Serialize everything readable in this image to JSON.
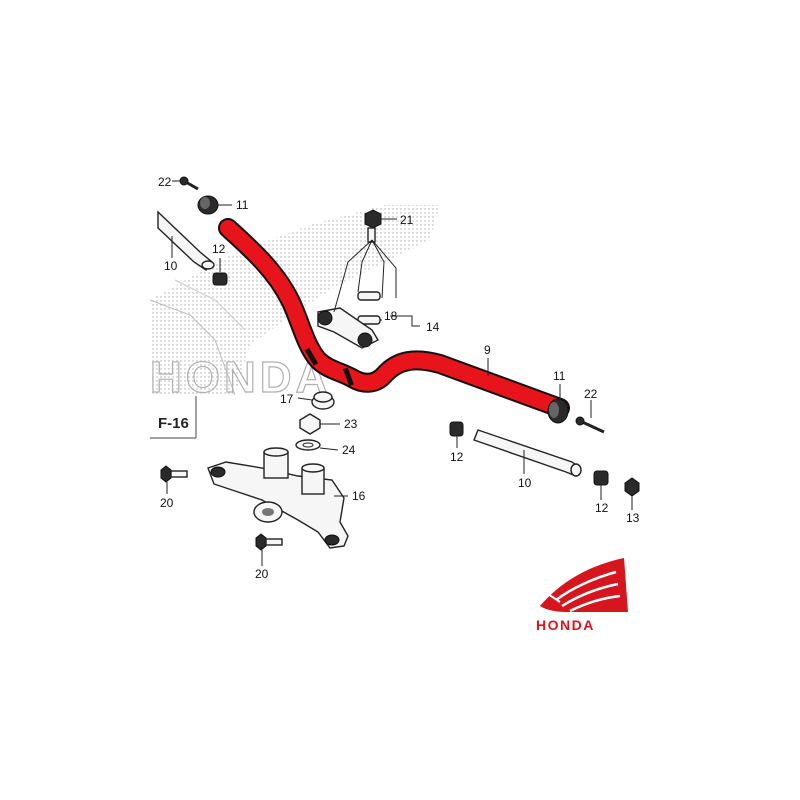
{
  "diagram": {
    "page_ref": "F-16",
    "watermark_word": "HONDA",
    "logo_word": "HONDA",
    "colors": {
      "highlight": "#e8141b",
      "logo": "#d6161e",
      "ink": "#222222"
    },
    "callouts": {
      "c22_top": "22",
      "c11_top": "11",
      "c10_left": "10",
      "c12_left": "12",
      "c21": "21",
      "c18": "18",
      "c14": "14",
      "c9": "9",
      "c17": "17",
      "c23": "23",
      "c24": "24",
      "c16": "16",
      "c20_upper": "20",
      "c20_lower": "20",
      "c11_right": "11",
      "c22_right": "22",
      "c12_mid": "12",
      "c10_mid": "10",
      "c12_right": "12",
      "c13": "13"
    },
    "highlighted_part": "9"
  }
}
